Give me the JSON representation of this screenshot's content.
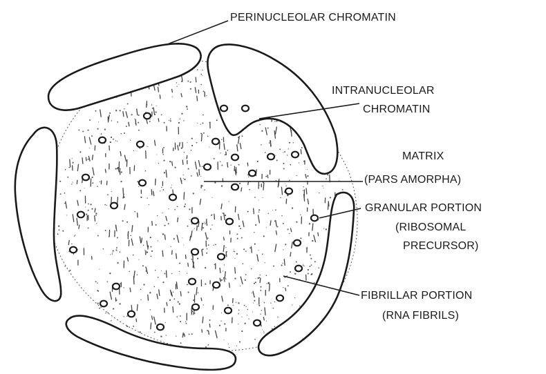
{
  "labels": {
    "perinucleolar": "PERINUCLEOLAR CHROMATIN",
    "intranucleolar_1": "INTRANUCLEOLAR",
    "intranucleolar_2": "CHROMATIN",
    "matrix_1": "MATRIX",
    "matrix_2": "(PARS AMORPHA)",
    "granular_1": "GRANULAR PORTION",
    "granular_2": "(RIBOSOMAL",
    "granular_3": "PRECURSOR)",
    "fibrillar_1": "FIBRILLAR PORTION",
    "fibrillar_2": "(RNA FIBRILS)"
  },
  "colors": {
    "ink": "#1a1a1a",
    "background": "#ffffff"
  }
}
